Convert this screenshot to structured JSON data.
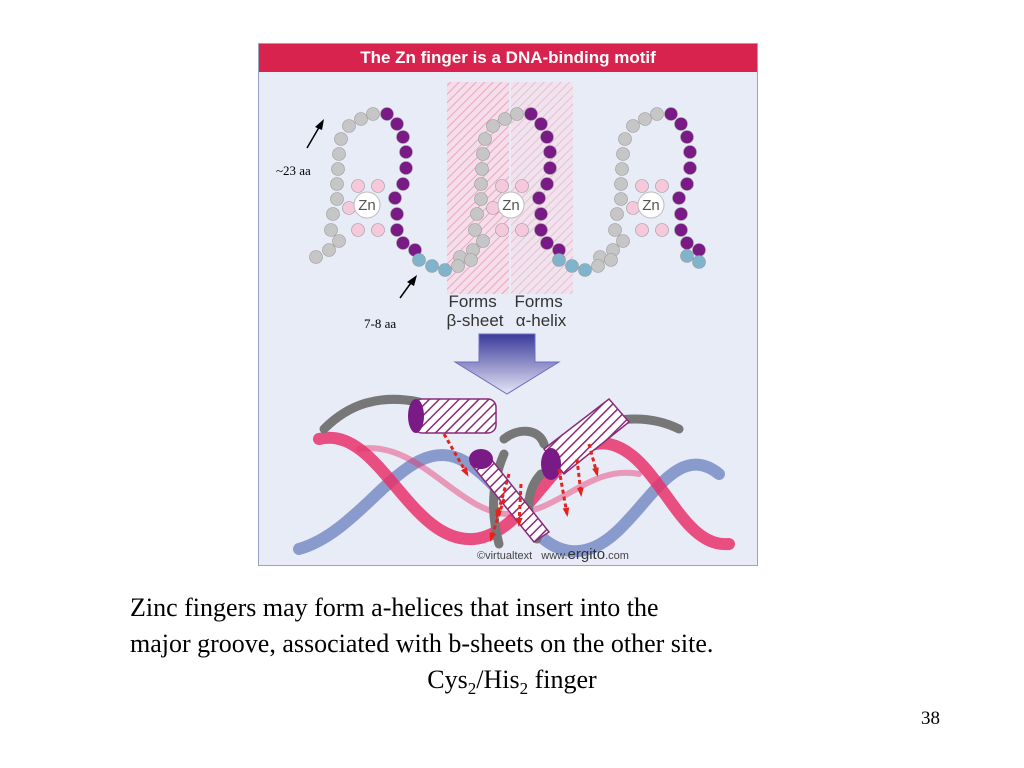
{
  "figure": {
    "title": "The Zn finger is a DNA-binding motif",
    "zn_label": "Zn",
    "label_loop": "~23 aa",
    "label_linker": "7-8 aa",
    "forms_beta": [
      "Forms",
      "β-sheet"
    ],
    "forms_alpha": [
      "Forms",
      "α-helix"
    ],
    "credit_prefix": "©virtualtext",
    "credit_www": "www.",
    "credit_domain": "ergito",
    "credit_tld": ".com",
    "colors": {
      "title_bar": "#d9234f",
      "background": "#e8ecf7",
      "gray_bead": "#c6c6c6",
      "purple_bead": "#7a1a87",
      "pink_bead": "#f6c8dc",
      "blue_bead": "#7fb4cc",
      "dna_pink": "#e8326a",
      "dna_blue": "#6a7fbf",
      "arrow_red": "#e3231d"
    }
  },
  "caption": {
    "line1": "Zinc fingers may form a-helices that insert into the",
    "line2": "major groove, associated with b-sheets on the other site.",
    "line3_a": "Cys",
    "line3_sub1": "2",
    "line3_b": "/His",
    "line3_sub2": "2",
    "line3_c": " finger"
  },
  "page_number": "38"
}
